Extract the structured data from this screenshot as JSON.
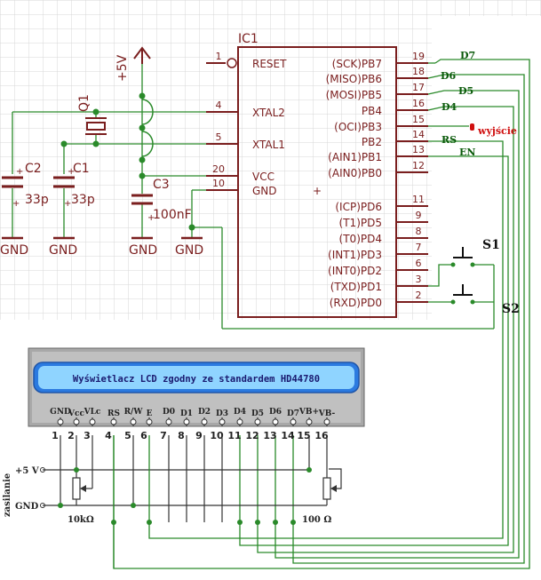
{
  "ic": {
    "name": "IC1",
    "left_pins": [
      {
        "num": "1",
        "name": "RESET"
      },
      {
        "num": "4",
        "name": "XTAL2"
      },
      {
        "num": "5",
        "name": "XTAL1"
      },
      {
        "num": "20",
        "name": "VCC"
      },
      {
        "num": "10",
        "name": "GND"
      }
    ],
    "right_pins": [
      {
        "num": "19",
        "name": "(SCK)PB7"
      },
      {
        "num": "18",
        "name": "(MISO)PB6"
      },
      {
        "num": "17",
        "name": "(MOSI)PB5"
      },
      {
        "num": "16",
        "name": "PB4"
      },
      {
        "num": "15",
        "name": "(OCI)PB3"
      },
      {
        "num": "14",
        "name": "PB2"
      },
      {
        "num": "13",
        "name": "(AIN1)PB1"
      },
      {
        "num": "12",
        "name": "(AIN0)PB0"
      },
      {
        "num": "11",
        "name": "(ICP)PD6"
      },
      {
        "num": "9",
        "name": "(T1)PD5"
      },
      {
        "num": "8",
        "name": "(T0)PD4"
      },
      {
        "num": "7",
        "name": "(INT1)PD3"
      },
      {
        "num": "6",
        "name": "(INT0)PD2"
      },
      {
        "num": "3",
        "name": "(TXD)PD1"
      },
      {
        "num": "2",
        "name": "(RXD)PD0"
      }
    ]
  },
  "components": {
    "quartz": "Q1",
    "c2_name": "C2",
    "c2_value": "33p",
    "c1_name": "C1",
    "c1_value": "33p",
    "c3_name": "C3",
    "c3_value": "100nF",
    "supply": "+5V",
    "gnd": "GND"
  },
  "nets": [
    "D7",
    "D6",
    "D5",
    "D4",
    "RS",
    "EN"
  ],
  "output_label": "wyjście",
  "switches": {
    "s1": "S1",
    "s2": "S2"
  },
  "lcd": {
    "text": "Wyświetlacz LCD zgodny ze standardem HD44780",
    "pins": [
      {
        "num": "1",
        "name": "GND"
      },
      {
        "num": "2",
        "name": "Vcc"
      },
      {
        "num": "3",
        "name": "VLc"
      },
      {
        "num": "4",
        "name": "RS"
      },
      {
        "num": "5",
        "name": "R/W"
      },
      {
        "num": "6",
        "name": "E"
      },
      {
        "num": "7",
        "name": "D0"
      },
      {
        "num": "8",
        "name": "D1"
      },
      {
        "num": "9",
        "name": "D2"
      },
      {
        "num": "10",
        "name": "D3"
      },
      {
        "num": "11",
        "name": "D4"
      },
      {
        "num": "12",
        "name": "D5"
      },
      {
        "num": "13",
        "name": "D6"
      },
      {
        "num": "14",
        "name": "D7"
      },
      {
        "num": "15",
        "name": "VB+"
      },
      {
        "num": "16",
        "name": "VB-"
      }
    ]
  },
  "power": {
    "side_label": "zasilanie",
    "plus": "+5 V",
    "gnd": "GND",
    "pot1": "10kΩ",
    "pot2": "100 Ω"
  }
}
